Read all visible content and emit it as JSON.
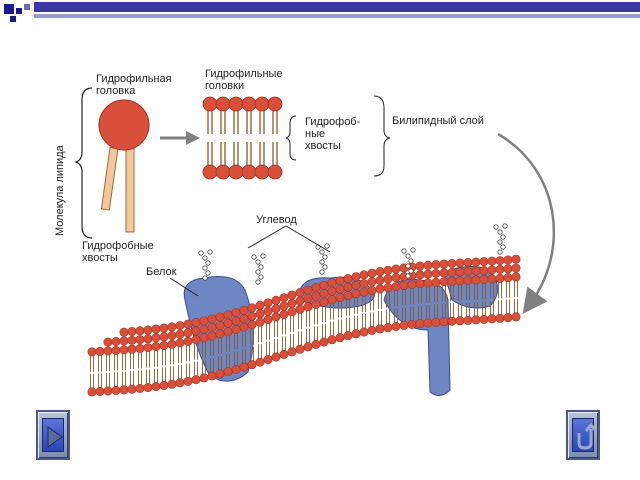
{
  "labels": {
    "hydrophilic_head": [
      "Гидрофильная",
      "головка"
    ],
    "hydrophilic_heads": [
      "Гидрофильные",
      "головки"
    ],
    "hydrophobic_tails_right": [
      "Гидрофоб-",
      "ные",
      "хвосты"
    ],
    "bilipid_layer": "Билипидный слой",
    "lipid_molecule": "Молекула липида",
    "hydrophobic_tails_left": [
      "Гидрофобные",
      "хвосты"
    ],
    "carbohydrate": "Углевод",
    "protein": "Белок"
  },
  "colors": {
    "head": "#d9503a",
    "tail": "#f2c89a",
    "protein": "#6f86c4",
    "arrow": "#808080",
    "nav_blue": "#2c45b8"
  },
  "nav": {
    "prev_icon": "play-left-triangle-icon",
    "return_icon": "u-turn-return-icon"
  }
}
